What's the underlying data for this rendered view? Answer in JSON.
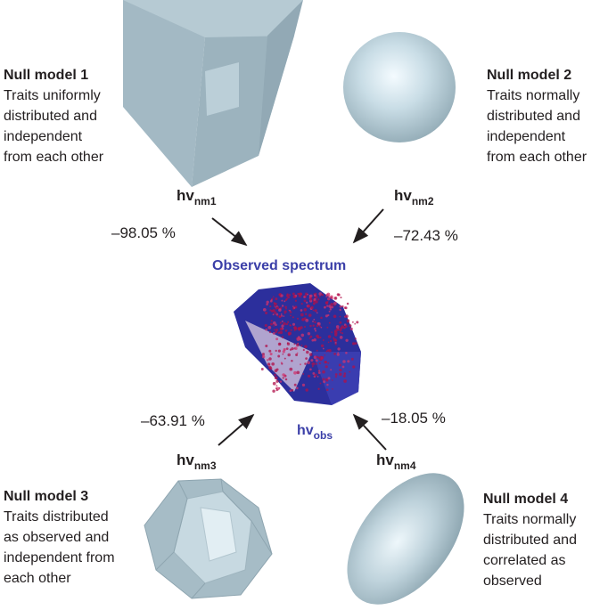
{
  "null_models": [
    {
      "title": "Null model 1",
      "description": "Traits uniformly\ndistributed and\nindependent\nfrom each other",
      "hv_base": "hv",
      "hv_sub": "nm1",
      "percent": "–98.05 %",
      "shape": "cube"
    },
    {
      "title": "Null model 2",
      "description": "Traits normally\ndistributed and\nindependent\nfrom each other",
      "hv_base": "hv",
      "hv_sub": "nm2",
      "percent": "–72.43 %",
      "shape": "sphere"
    },
    {
      "title": "Null model 3",
      "description": "Traits distributed\nas observed and\nindependent from\neach other",
      "hv_base": "hv",
      "hv_sub": "nm3",
      "percent": "–63.91 %",
      "shape": "polyhedron"
    },
    {
      "title": "Null model 4",
      "description": "Traits normally\ndistributed and\ncorrelated as\nobserved",
      "hv_base": "hv",
      "hv_sub": "nm4",
      "percent": "–18.05 %",
      "shape": "ellipsoid"
    }
  ],
  "observed": {
    "title": "Observed spectrum",
    "hv_base": "hv",
    "hv_sub": "obs"
  },
  "colors": {
    "shape_fill": "#a9c0cc",
    "observed_blue": "#2c2f9c",
    "points_red": "#b0104a",
    "text": "#231f20"
  }
}
